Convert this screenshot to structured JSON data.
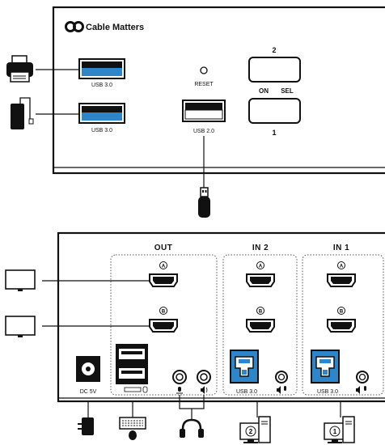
{
  "brand": {
    "name": "Cable Matters"
  },
  "front_panel": {
    "usb_ports": [
      {
        "label": "USB 3.0"
      },
      {
        "label": "USB 3.0"
      },
      {
        "label": "USB 2.0"
      }
    ],
    "reset_label": "RESET",
    "button_top_label": "2",
    "button_bottom_label": "1",
    "on_label": "ON",
    "sel_label": "SEL",
    "devices": [
      {
        "name": "printer",
        "icon": "printer-icon"
      },
      {
        "name": "external drive",
        "icon": "external-drive-icon"
      },
      {
        "name": "usb flash drive",
        "icon": "usb-flash-drive-icon"
      }
    ]
  },
  "rear_panel": {
    "groups": [
      {
        "label": "OUT"
      },
      {
        "label": "IN 2"
      },
      {
        "label": "IN 1"
      }
    ],
    "hdmi_markers": [
      "A",
      "B"
    ],
    "dc_label": "DC 5V",
    "usb_labels": [
      "USB 3.0",
      "USB 3.0"
    ],
    "pc_numbers": [
      "2",
      "1"
    ],
    "devices": [
      {
        "name": "monitor A",
        "icon": "monitor-icon"
      },
      {
        "name": "monitor B",
        "icon": "monitor-icon"
      },
      {
        "name": "power adapter",
        "icon": "power-adapter-icon"
      },
      {
        "name": "keyboard mouse",
        "icon": "keyboard-icon"
      },
      {
        "name": "headset",
        "icon": "headphones-icon"
      },
      {
        "name": "computer 2",
        "icon": "computer-icon"
      },
      {
        "name": "computer 1",
        "icon": "computer-icon"
      }
    ]
  },
  "colors": {
    "usb3_blue": "#2e86c9",
    "line": "#111111",
    "panel_border": "#111111"
  }
}
